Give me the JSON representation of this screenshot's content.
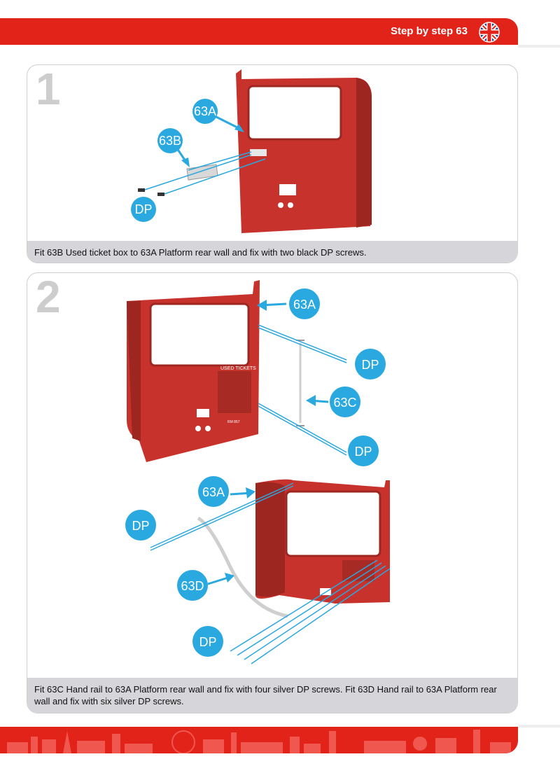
{
  "header": {
    "title": "Step by step 63",
    "flag_icon": "uk-flag-icon",
    "color": "#e2231a"
  },
  "steps": [
    {
      "number": "1",
      "caption": "Fit 63B Used ticket box to 63A Platform rear wall and fix with two black DP screws.",
      "callouts": [
        "63A",
        "63B",
        "DP"
      ]
    },
    {
      "number": "2",
      "caption": "Fit 63C Hand rail to 63A Platform rear wall and fix with four silver DP screws. Fit 63D Hand rail to 63A Platform rear wall and fix with six silver DP screws.",
      "callouts": [
        "63A",
        "DP",
        "63C",
        "DP",
        "63A",
        "DP",
        "63D",
        "DP"
      ],
      "part_labels": [
        "USED TICKETS",
        "RM 857"
      ]
    }
  ],
  "colors": {
    "callout": "#2aa8e0",
    "part_red": "#c8322c",
    "caption_bg": "#d6d5d9"
  }
}
